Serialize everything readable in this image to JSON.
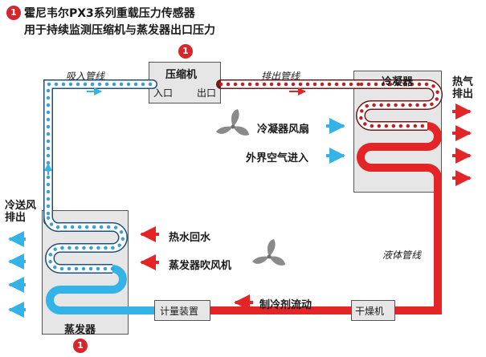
{
  "header": {
    "line1": "霍尼韦尔PX3系列重载压力传感器",
    "line2": "用于持续监测压缩机与蒸发器出口压力",
    "badge": "1"
  },
  "components": {
    "compressor": {
      "label": "压缩机",
      "inlet": "入口",
      "outlet": "出口",
      "badge": "1"
    },
    "condenser": {
      "label": "冷凝器"
    },
    "evaporator": {
      "label": "蒸发器",
      "badge": "1"
    },
    "metering_device": {
      "label": "计量装置"
    },
    "dryer": {
      "label": "干燥机"
    }
  },
  "labels": {
    "suction_line": "吸入管线",
    "discharge_line": "排出管线",
    "liquid_line": "液体管线",
    "hot_air_out": "热气\n排出",
    "condenser_fan": "冷凝器风扇",
    "outside_air_in": "外界空气进入",
    "cold_air_out": "冷送风\n排出",
    "hot_water_return": "热水回水",
    "evaporator_fan": "蒸发器吹风机",
    "refrigerant_flow": "制冷剂流动"
  },
  "colors": {
    "hot_line": "#e42527",
    "cold_line": "#36b3e6",
    "badge": "#d7262b",
    "box_fill": "#e6e6e6"
  }
}
